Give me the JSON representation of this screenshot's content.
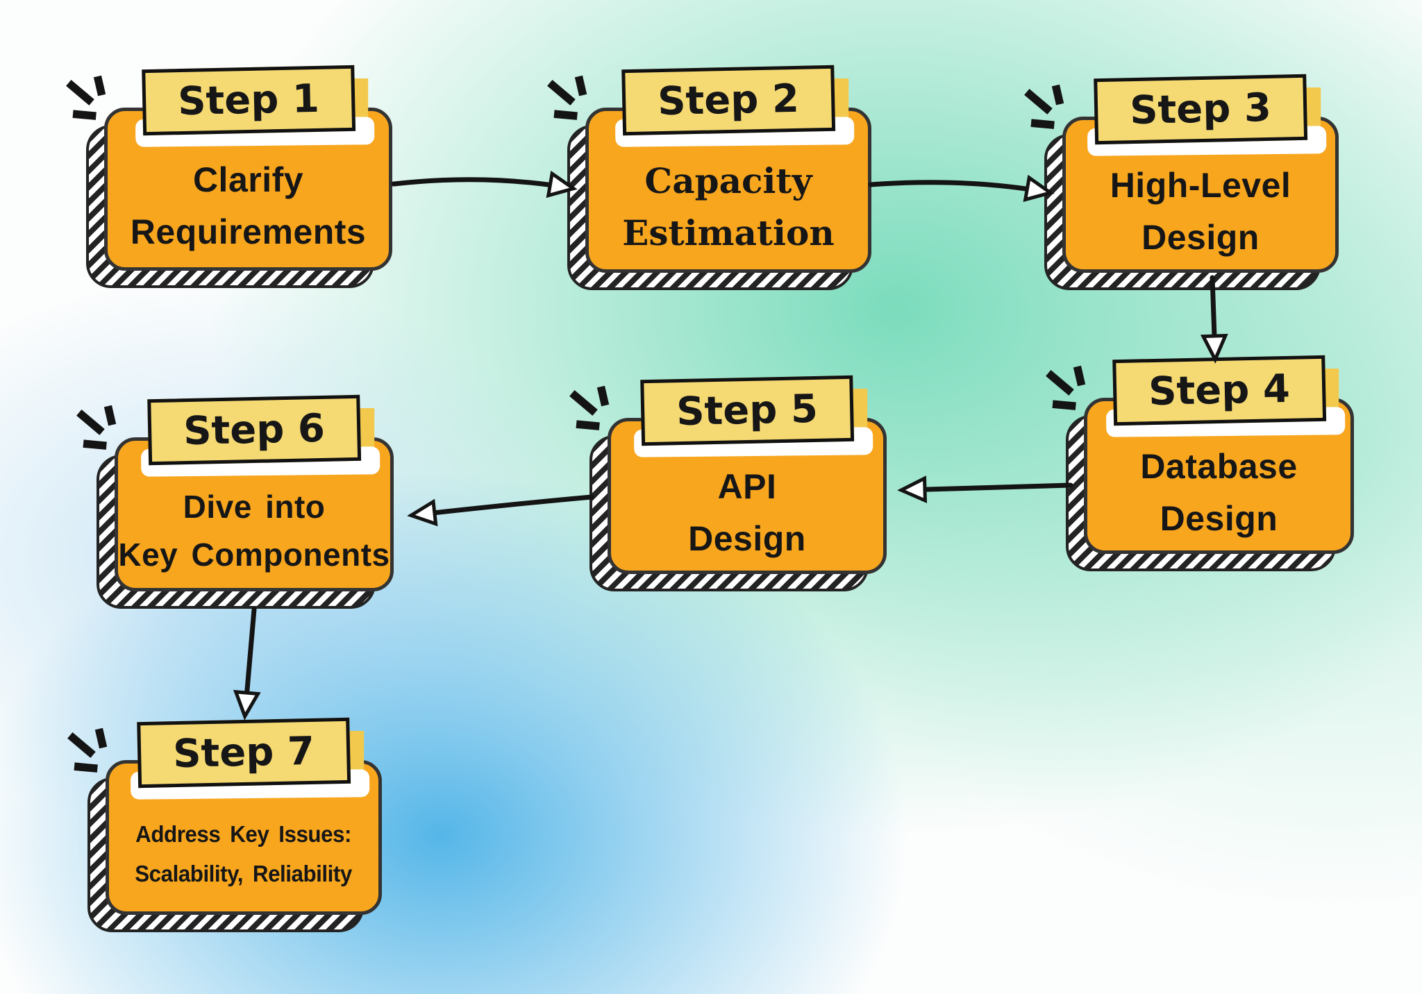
{
  "diagram": {
    "steps": [
      {
        "label": "Step 1",
        "line1": "Clarify",
        "line2": "Requirements"
      },
      {
        "label": "Step 2",
        "line1": "Capacity",
        "line2": "Estimation"
      },
      {
        "label": "Step 3",
        "line1": "High-Level",
        "line2": "Design"
      },
      {
        "label": "Step 4",
        "line1": "Database",
        "line2": "Design"
      },
      {
        "label": "Step 5",
        "line1": "API",
        "line2": "Design"
      },
      {
        "label": "Step 6",
        "line1": "Dive into",
        "line2": "Key Components"
      },
      {
        "label": "Step 7",
        "line1": "Address Key Issues:",
        "line2": "Scalability, Reliability"
      }
    ],
    "connections": [
      {
        "from": "Step 1",
        "to": "Step 2"
      },
      {
        "from": "Step 2",
        "to": "Step 3"
      },
      {
        "from": "Step 3",
        "to": "Step 4"
      },
      {
        "from": "Step 4",
        "to": "Step 5"
      },
      {
        "from": "Step 5",
        "to": "Step 6"
      },
      {
        "from": "Step 6",
        "to": "Step 7"
      }
    ],
    "colors": {
      "card_fill": "#F8A61E",
      "label_fill": "#F5D973",
      "label_shadow": "#F2C94C",
      "outline": "#232323",
      "text": "#161616",
      "bg_teal": "#7BDCBC",
      "bg_blue": "#55B6E8",
      "bg_base": "#FCFDFD"
    }
  }
}
